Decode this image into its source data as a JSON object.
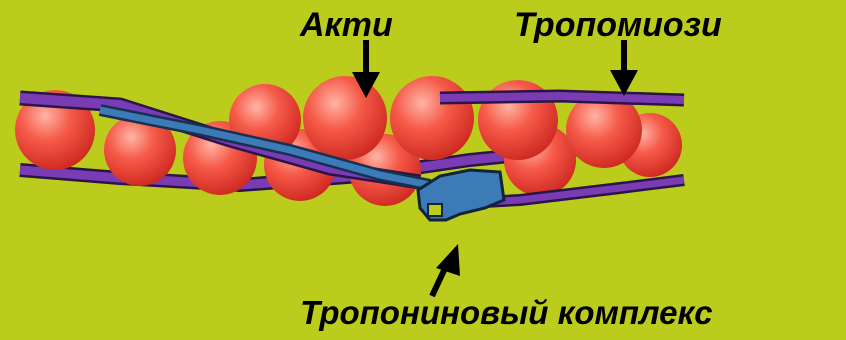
{
  "labels": {
    "actin": "Акти",
    "tropomyosin": "Тропомиози",
    "troponin": "Тропониновый комплекс"
  },
  "colors": {
    "background": "#bccc1c",
    "actin_sphere": "#ee3a2c",
    "actin_highlight": "#ffb0a0",
    "tropomyosin": "#6a2fa0",
    "troponin": "#3c7ab8",
    "arrow": "#000000"
  }
}
